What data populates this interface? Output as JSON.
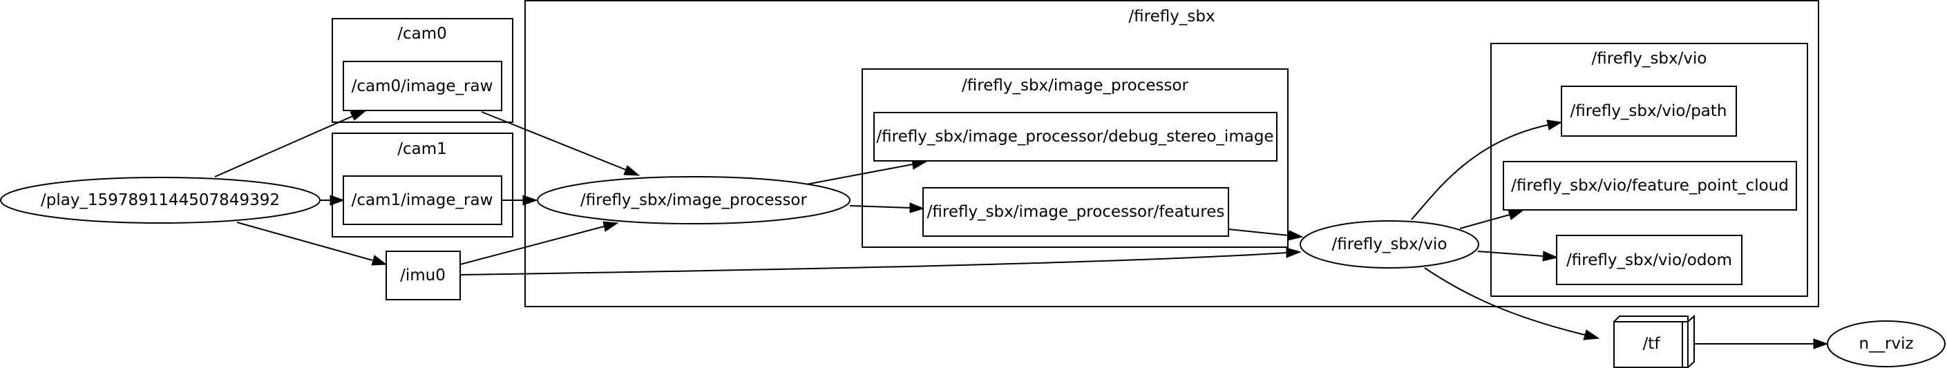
{
  "clusters": {
    "cam0": "/cam0",
    "cam1": "/cam1",
    "firefly": "/firefly_sbx",
    "image_processor": "/firefly_sbx/image_processor",
    "vio": "/firefly_sbx/vio"
  },
  "nodes": {
    "play": "/play_1597891144507849392",
    "cam0_image_raw": "/cam0/image_raw",
    "cam1_image_raw": "/cam1/image_raw",
    "imu0": "/imu0",
    "image_processor": "/firefly_sbx/image_processor",
    "debug_stereo_image": "/firefly_sbx/image_processor/debug_stereo_image",
    "features": "/firefly_sbx/image_processor/features",
    "vio": "/firefly_sbx/vio",
    "vio_path": "/firefly_sbx/vio/path",
    "feature_point_cloud": "/firefly_sbx/vio/feature_point_cloud",
    "vio_odom": "/firefly_sbx/vio/odom",
    "tf": "/tf",
    "rviz": "n__rviz"
  },
  "edges": [
    {
      "from": "/play_1597891144507849392",
      "to": "/cam0/image_raw"
    },
    {
      "from": "/play_1597891144507849392",
      "to": "/cam1/image_raw"
    },
    {
      "from": "/play_1597891144507849392",
      "to": "/imu0"
    },
    {
      "from": "/cam0/image_raw",
      "to": "/firefly_sbx/image_processor"
    },
    {
      "from": "/cam1/image_raw",
      "to": "/firefly_sbx/image_processor"
    },
    {
      "from": "/imu0",
      "to": "/firefly_sbx/image_processor"
    },
    {
      "from": "/imu0",
      "to": "/firefly_sbx/vio"
    },
    {
      "from": "/firefly_sbx/image_processor",
      "to": "/firefly_sbx/image_processor/debug_stereo_image"
    },
    {
      "from": "/firefly_sbx/image_processor",
      "to": "/firefly_sbx/image_processor/features"
    },
    {
      "from": "/firefly_sbx/image_processor/features",
      "to": "/firefly_sbx/vio"
    },
    {
      "from": "/firefly_sbx/vio",
      "to": "/firefly_sbx/vio/path"
    },
    {
      "from": "/firefly_sbx/vio",
      "to": "/firefly_sbx/vio/feature_point_cloud"
    },
    {
      "from": "/firefly_sbx/vio",
      "to": "/firefly_sbx/vio/odom"
    },
    {
      "from": "/firefly_sbx/vio",
      "to": "/tf"
    },
    {
      "from": "/tf",
      "to": "n__rviz"
    }
  ]
}
